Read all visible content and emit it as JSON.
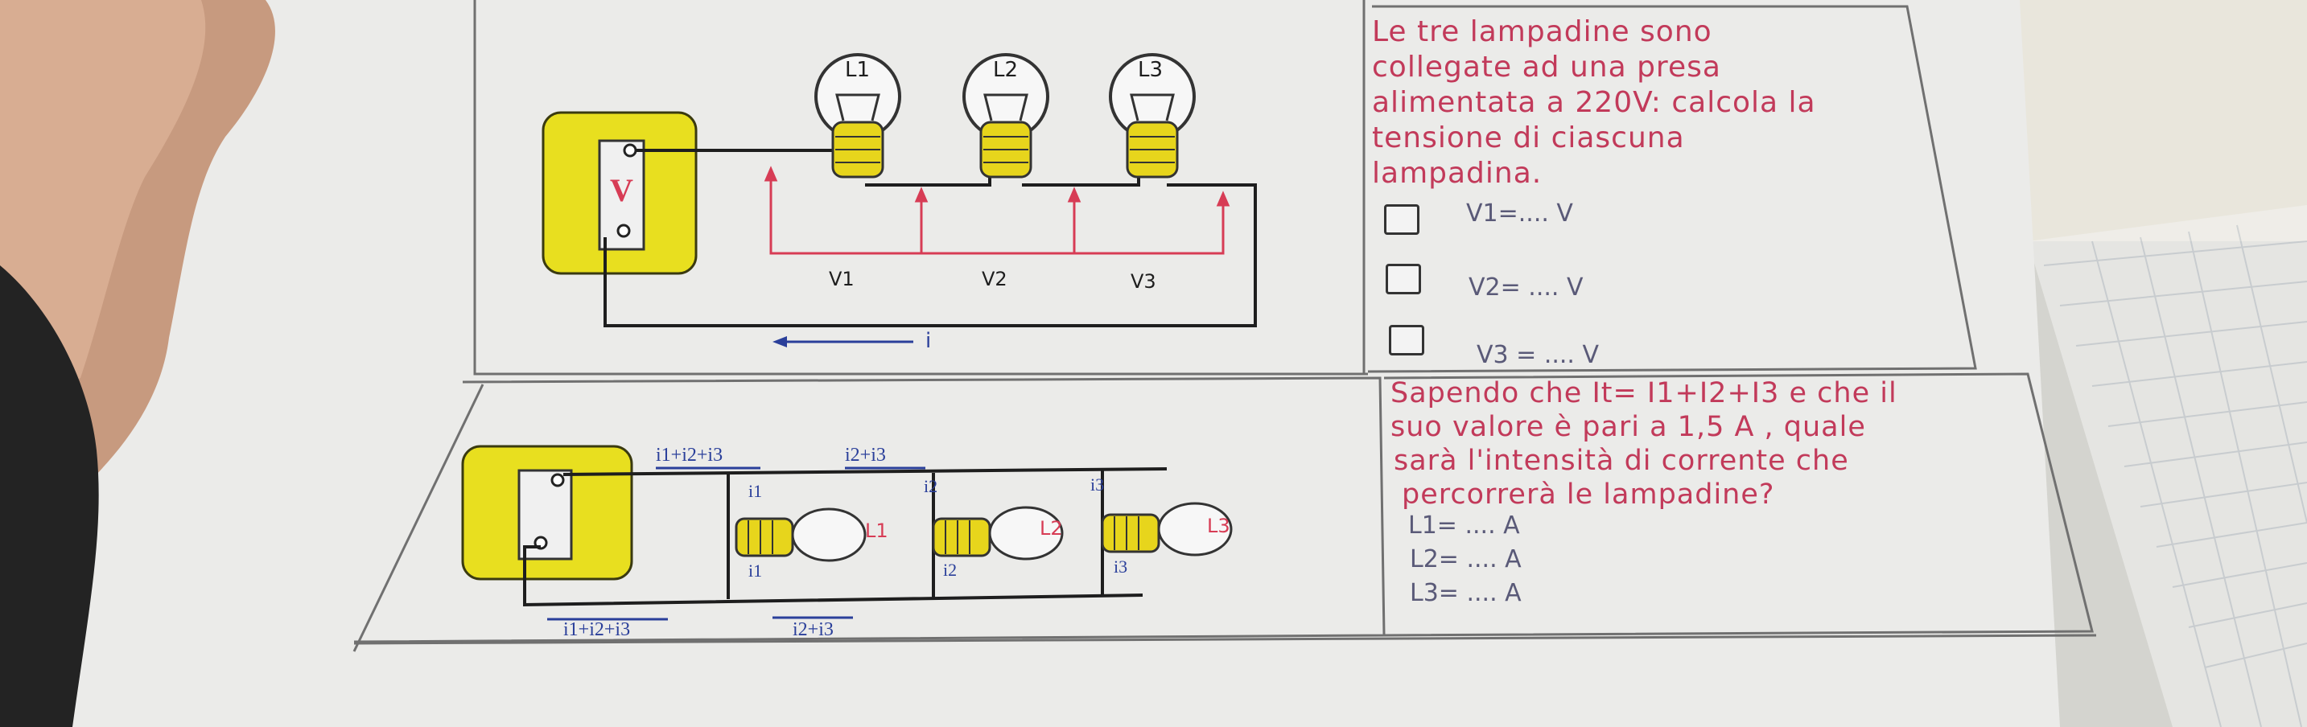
{
  "colors": {
    "paper": "#ededeb",
    "frame": "#6d6d6d",
    "wire": "#1e1e1e",
    "socket_yellow": "#e8df1f",
    "bulb_yellow": "#e7d51c",
    "voltage_red": "#d73c55",
    "question_text": "#c23a5a",
    "current_blue": "#2a3f9a"
  },
  "top_circuit": {
    "source_label": "V",
    "bulbs": [
      "L1",
      "L2",
      "L3"
    ],
    "voltages": [
      "V1",
      "V2",
      "V3"
    ],
    "current_label": "i"
  },
  "bottom_circuit": {
    "top_currents": [
      "i1+i2+i3",
      "i2+i3"
    ],
    "branch_top_labels": [
      "i1",
      "i2",
      "i3"
    ],
    "bulbs": [
      "L1",
      "L2",
      "L3"
    ],
    "branch_bottom_labels": [
      "i1",
      "i2",
      "i3"
    ],
    "bottom_currents": [
      "i1+i2+i3",
      "i2+i3"
    ]
  },
  "question1": {
    "lines": [
      "Le tre lampadine sono",
      "collegate ad una presa",
      "alimentata a 220V: calcola la",
      "tensione di ciascuna",
      "lampadina."
    ],
    "answers": [
      "V1=.... V",
      "V2= .... V",
      "V3 = .... V"
    ]
  },
  "question2": {
    "lines": [
      "Sapendo che It= I1+I2+I3 e che il",
      "suo valore è pari a 1,5 A , quale",
      "sarà l'intensità di corrente che",
      "percorrerà le lampadine?"
    ],
    "answers": [
      "L1= .... A",
      "L2= .... A",
      "L3= .... A"
    ]
  }
}
